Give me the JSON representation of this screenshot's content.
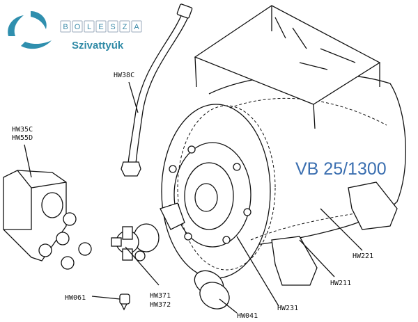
{
  "logo": {
    "brand": "BOLESZA",
    "letters": [
      "B",
      "O",
      "L",
      "E",
      "S",
      "Z",
      "A"
    ],
    "subtitle": "Szivattyúk",
    "color": "#2f8aa6"
  },
  "model": {
    "text": "VB 25/1300",
    "color": "#3b6fb0"
  },
  "parts": {
    "hose": "HW38C",
    "switch_1": "HW35C",
    "switch_2": "HW55D",
    "tank_support": "HW221",
    "tank_feet": "HW211",
    "flange": "HW231",
    "membrane_cap": "HW041",
    "fitting_1": "HW371",
    "fitting_2": "HW372",
    "valve": "HW061"
  }
}
